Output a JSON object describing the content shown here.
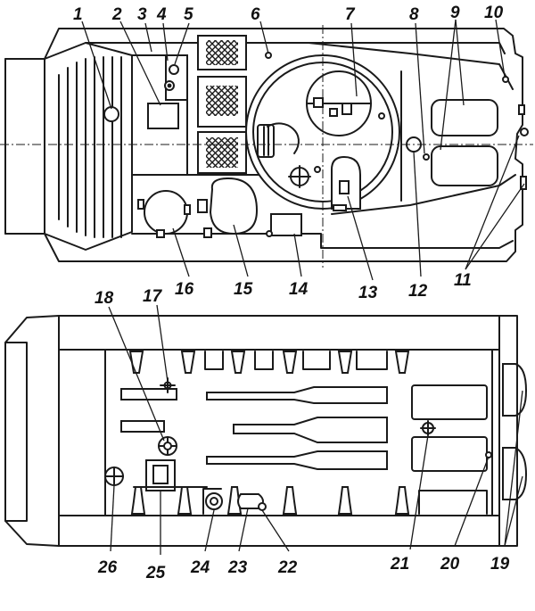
{
  "colors": {
    "ink": "#1a1a1a",
    "background": "#ffffff"
  },
  "top_view_labels": [
    "1",
    "2",
    "3",
    "4",
    "5",
    "6",
    "7",
    "8",
    "9",
    "10",
    "11",
    "12",
    "13",
    "14",
    "15",
    "16"
  ],
  "bottom_view_labels": [
    "17",
    "18",
    "19",
    "20",
    "21",
    "22",
    "23",
    "24",
    "25",
    "26"
  ]
}
